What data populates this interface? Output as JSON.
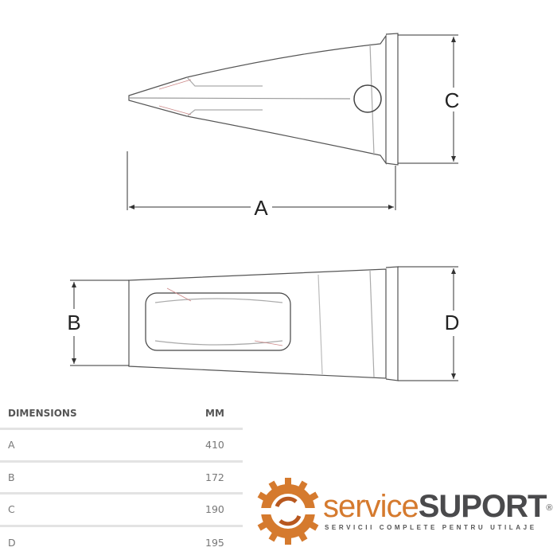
{
  "drawing": {
    "labels": {
      "a": "A",
      "b": "B",
      "c": "C",
      "d": "D"
    }
  },
  "table": {
    "headers": {
      "dimension": "DIMENSIONS",
      "unit": "MM"
    },
    "rows": [
      {
        "dimension": "A",
        "value": "410"
      },
      {
        "dimension": "B",
        "value": "172"
      },
      {
        "dimension": "C",
        "value": "190"
      },
      {
        "dimension": "D",
        "value": "195"
      }
    ]
  },
  "logo": {
    "brand_part1": "service",
    "brand_part2": "SUPORT",
    "registered": "®",
    "tagline": "SERVICII COMPLETE PENTRU UTILAJE",
    "colors": {
      "orange": "#d57a2e",
      "gray": "#4a4a4c"
    }
  }
}
